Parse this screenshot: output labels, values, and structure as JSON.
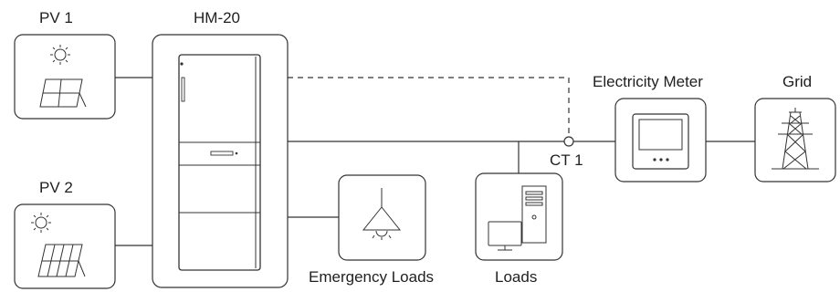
{
  "labels": {
    "pv1": "PV 1",
    "pv2": "PV 2",
    "inverter": "HM-20",
    "meter": "Electricity Meter",
    "grid": "Grid",
    "ct": "CT 1",
    "emergency": "Emergency Loads",
    "loads": "Loads"
  },
  "icons": {
    "pv1": [
      "sun-icon",
      "solar-panel-icon"
    ],
    "pv2": [
      "sun-icon",
      "solar-panel-icon"
    ],
    "inverter": "battery-inverter-cabinet-icon",
    "emergency": "ceiling-lamp-icon",
    "loads": "computer-icon",
    "meter": "electricity-meter-icon",
    "grid": "transmission-tower-icon",
    "ct": "current-transformer-icon"
  }
}
